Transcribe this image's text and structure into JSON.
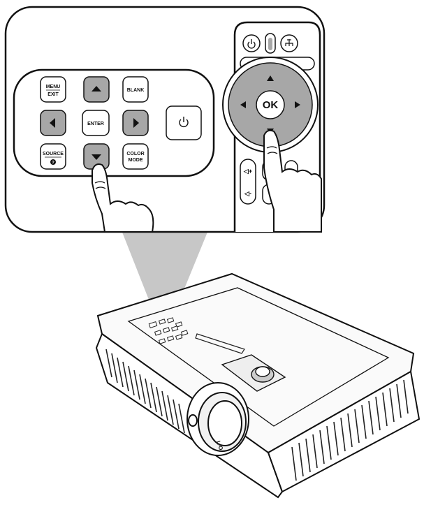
{
  "keypad": {
    "menu_line1": "MENU",
    "menu_line2": "EXIT",
    "blank": "BLANK",
    "enter": "ENTER",
    "source": "SOURCE",
    "source_icon": "?",
    "color_line1": "COLOR",
    "color_line2": "MODE",
    "power_icon": "power-icon"
  },
  "remote": {
    "ok": "OK",
    "vol_up": "◁+",
    "vol_down": "◁-"
  },
  "projector": {
    "lens_mark": "L-O"
  },
  "colors": {
    "highlight": "#a7a7a7",
    "outline": "#222222",
    "cone": "#b9b9b9"
  }
}
